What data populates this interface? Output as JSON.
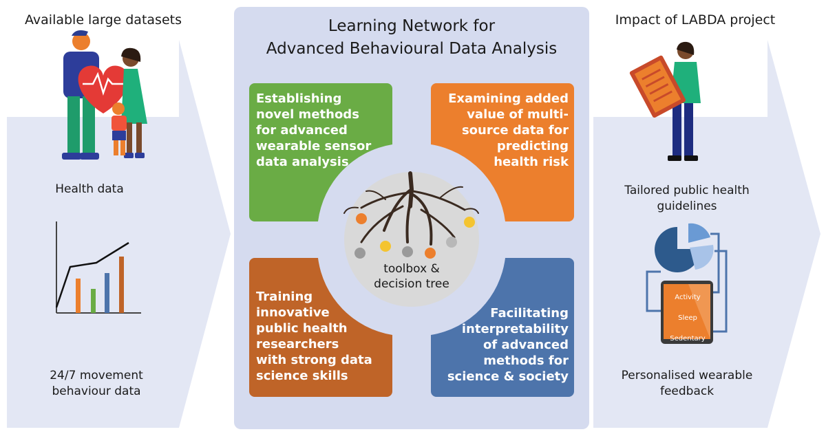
{
  "left": {
    "heading": "Available large datasets",
    "health_data": "Health data",
    "movement_data_line1": "24/7 movement",
    "movement_data_line2": "behaviour data"
  },
  "center": {
    "title_line1": "Learning Network for",
    "title_line2": "Advanced Behavioural Data Analysis",
    "quadrants": [
      {
        "lines": [
          "Establishing",
          "novel methods",
          "for advanced",
          "wearable sensor",
          "data analysis"
        ],
        "color": "#6aac45"
      },
      {
        "lines": [
          "Examining added",
          "value of multi-",
          "source data for",
          "predicting",
          "health risk"
        ],
        "color": "#ec7f2d"
      },
      {
        "lines": [
          "Training",
          "innovative",
          "public health",
          "researchers",
          "with strong data",
          "science skills"
        ],
        "color": "#bf6428"
      },
      {
        "lines": [
          "Facilitating",
          "interpretability",
          "of advanced",
          "methods for",
          "science & society"
        ],
        "color": "#4d74ab"
      }
    ],
    "hub_line1": "toolbox &",
    "hub_line2": "decision tree"
  },
  "right": {
    "heading": "Impact of LABDA project",
    "guidelines_line1": "Tailored public health",
    "guidelines_line2": "guidelines",
    "tablet_items": [
      "Activity",
      "Sleep",
      "Sedentary"
    ],
    "feedback_line1": "Personalised wearable",
    "feedback_line2": "feedback"
  },
  "colors": {
    "arrow": "#e3e7f4",
    "panel": "#d5dbef",
    "hub": "#d9d9d9"
  },
  "icons": [
    "family-heart-icon",
    "line-bar-chart-icon",
    "tree-roots-icon",
    "woman-checklist-icon",
    "pie-chart-icon",
    "tablet-icon"
  ]
}
